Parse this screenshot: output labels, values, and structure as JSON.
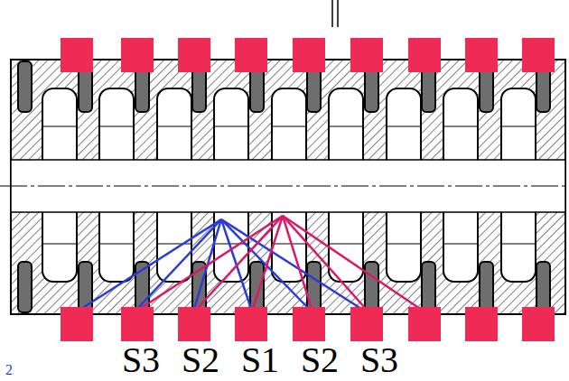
{
  "diagram": {
    "labels": [
      "S3",
      "S2",
      "S1",
      "S2",
      "S3",
      "2"
    ]
  }
}
